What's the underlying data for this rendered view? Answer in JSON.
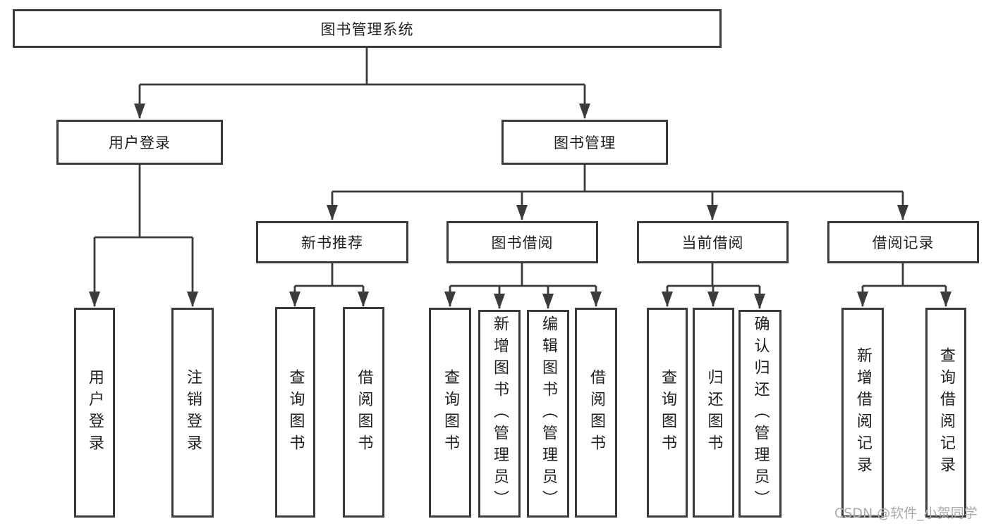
{
  "diagram_title": "图书管理系统",
  "watermark": "CSDN @软件_小贺同学",
  "colors": {
    "line": "#3b3b3b",
    "box_border": "#3b3b3b",
    "box_background": "#ffffff",
    "text": "#1e1e1e",
    "watermark": "#ababab",
    "background": "#ffffff"
  },
  "tree": {
    "root": {
      "label": "图书管理系统",
      "children": [
        {
          "label": "用户登录",
          "children": [
            {
              "label": "用户登录"
            },
            {
              "label": "注销登录"
            }
          ]
        },
        {
          "label": "图书管理",
          "children": [
            {
              "label": "新书推荐",
              "children": [
                {
                  "label": "查询图书"
                },
                {
                  "label": "借阅图书"
                }
              ]
            },
            {
              "label": "图书借阅",
              "children": [
                {
                  "label": "查询图书"
                },
                {
                  "label": "新增图书（管理员）"
                },
                {
                  "label": "编辑图书（管理员）"
                },
                {
                  "label": "借阅图书"
                }
              ]
            },
            {
              "label": "当前借阅",
              "children": [
                {
                  "label": "查询图书"
                },
                {
                  "label": "归还图书"
                },
                {
                  "label": "确认归还（管理员）"
                }
              ]
            },
            {
              "label": "借阅记录",
              "children": [
                {
                  "label": "新增借阅记录"
                },
                {
                  "label": "查询借阅记录"
                }
              ]
            }
          ]
        }
      ]
    }
  }
}
